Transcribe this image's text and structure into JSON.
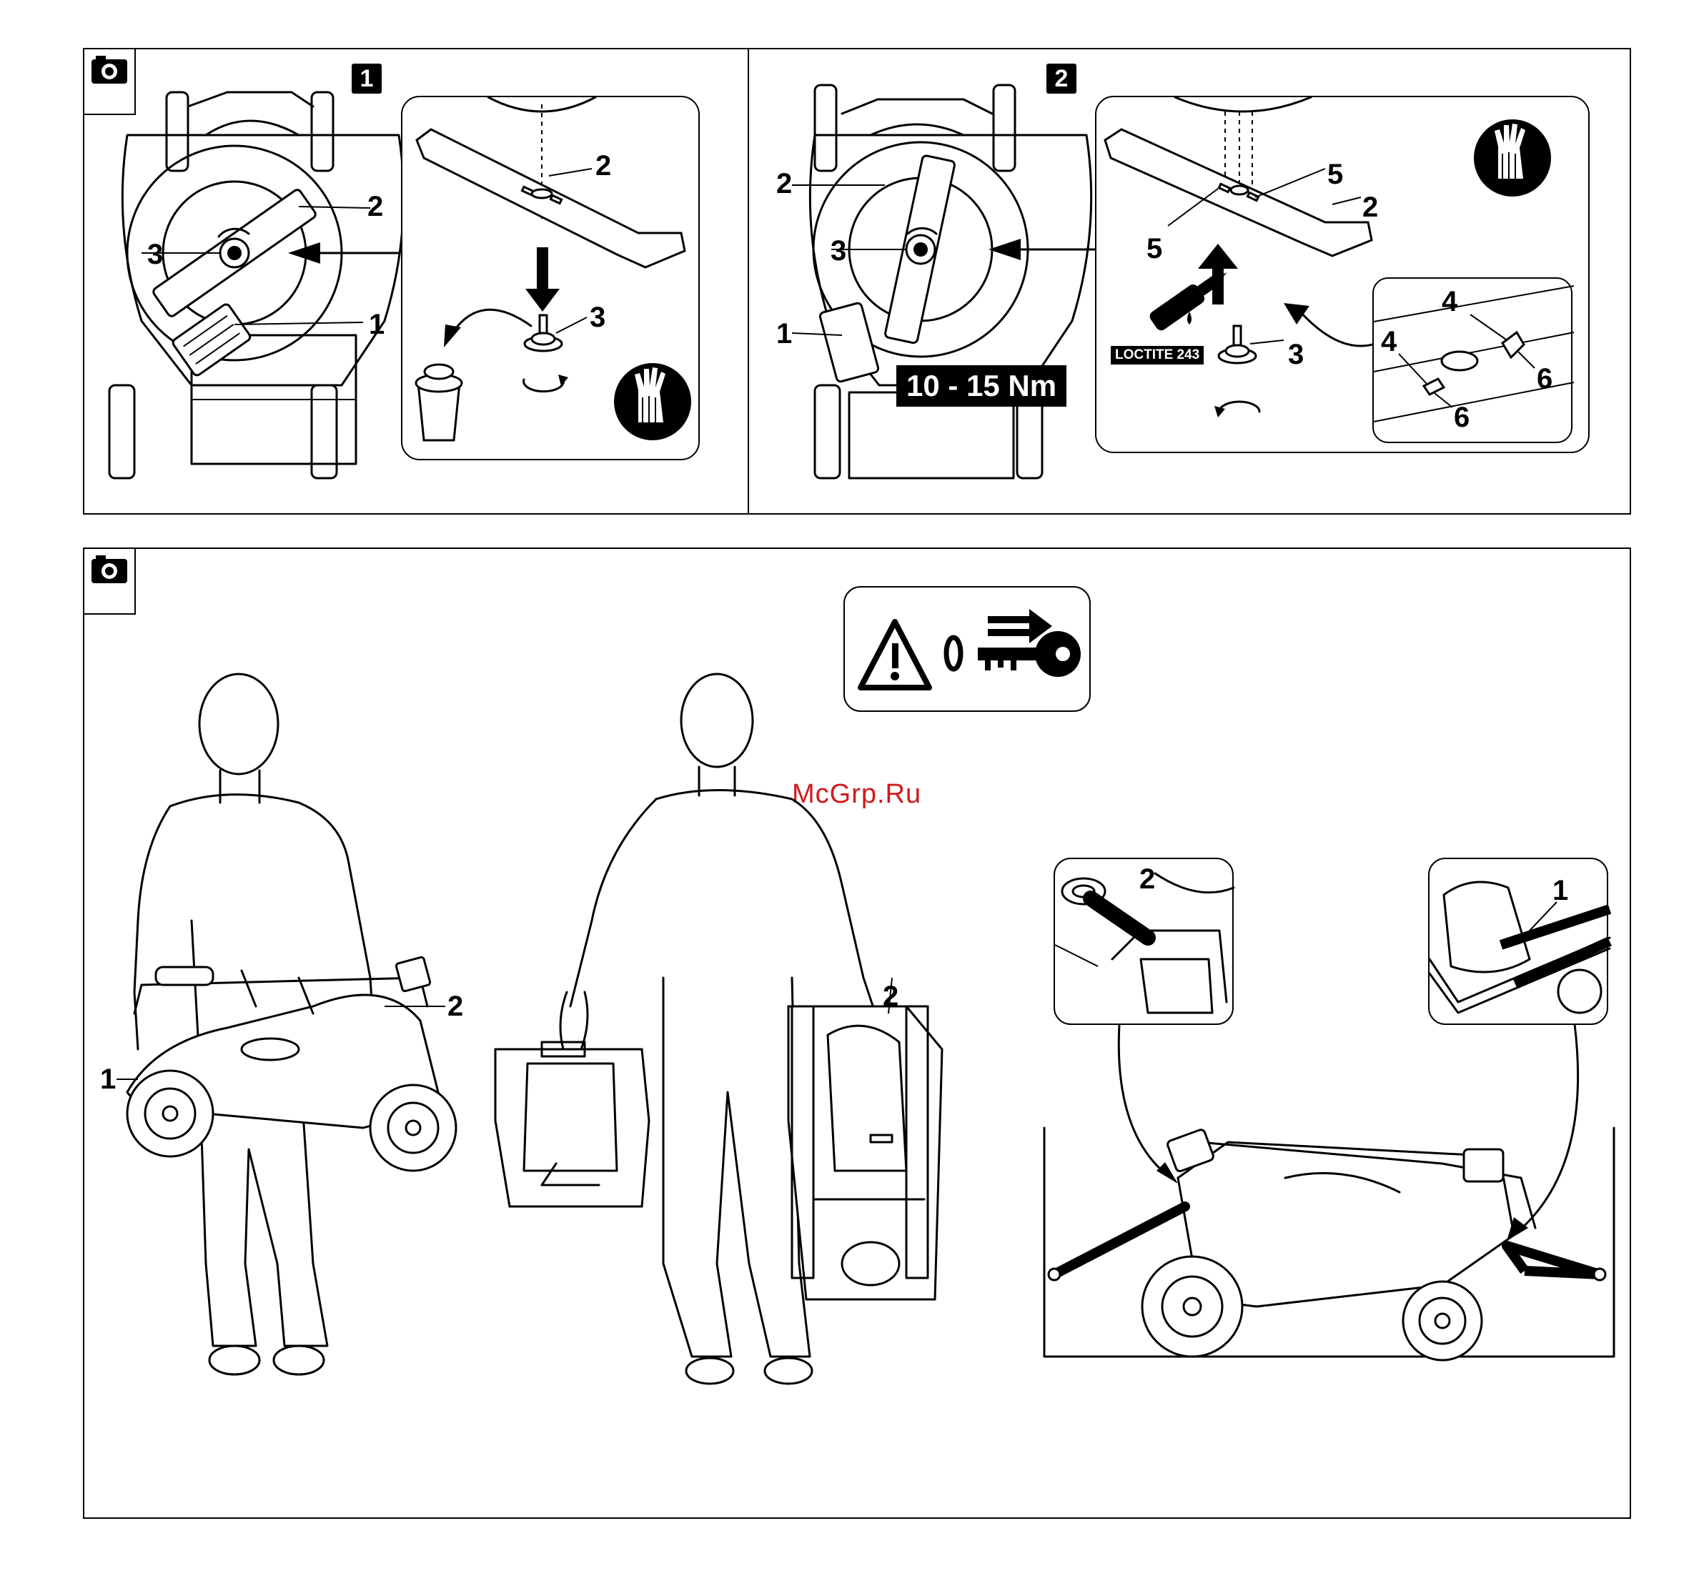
{
  "top_panels": [
    {
      "step": "1",
      "callouts": {
        "main_2": "2",
        "main_3": "3",
        "main_1": "1",
        "inset_2": "2",
        "inset_3": "3"
      }
    },
    {
      "step": "2",
      "torque": "10 - 15 Nm",
      "loctite": "LOCTITE 243",
      "callouts": {
        "main_2": "2",
        "main_3": "3",
        "main_1": "1",
        "inset_5a": "5",
        "inset_5b": "5",
        "inset_2": "2",
        "inset_3": "3",
        "detail_4a": "4",
        "detail_4b": "4",
        "detail_6a": "6",
        "detail_6b": "6"
      }
    }
  ],
  "bottom_panel": {
    "watermark": "McGrp.Ru",
    "callouts": {
      "p1_1": "1",
      "p1_2": "2",
      "p2_2": "2",
      "d_left_2": "2",
      "d_right_1": "1"
    }
  },
  "icons": [
    "camera-icon",
    "gloves-icon",
    "warning-icon",
    "key-icon",
    "glue-bottle-icon",
    "bin-icon",
    "rotate-icon"
  ]
}
